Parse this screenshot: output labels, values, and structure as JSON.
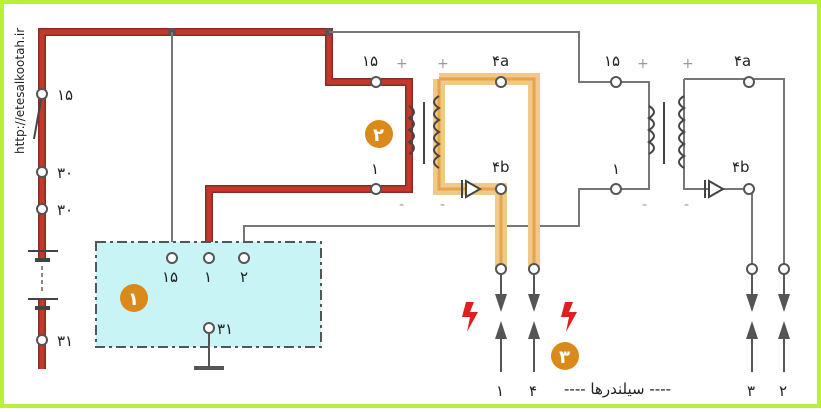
{
  "watermark": "http://etesalkootah.ir",
  "battery_labels": {
    "t15": "۱۵",
    "t30a": "۳۰",
    "t30b": "۳۰",
    "t31": "۳۱"
  },
  "coil1_labels": {
    "t15": "۱۵",
    "t1": "۱",
    "t4a": "۴a",
    "t4b": "۴b",
    "plus_primary": "+",
    "plus_secondary": "+",
    "minus_primary": "-",
    "minus_secondary": "-"
  },
  "coil2_labels": {
    "t15": "۱۵",
    "t1": "۱",
    "t4a": "۴a",
    "t4b": "۴b",
    "plus_primary": "+",
    "plus_secondary": "+",
    "minus_primary": "-",
    "minus_secondary": "-"
  },
  "ecu_labels": {
    "t15": "۱۵",
    "t1": "۱",
    "t2": "۲",
    "t31": "۳۱"
  },
  "badges": {
    "b1": "۱",
    "b2": "۲",
    "b3": "۳"
  },
  "cylinders": {
    "c1": "۱",
    "c4": "۴",
    "c3": "۳",
    "c2": "۲",
    "caption": "---- سیلندرها ----"
  },
  "colors": {
    "border": "#b9f03a",
    "active_wire": "#c0392b",
    "active_halo": "#e8a44a",
    "ecu_fill": "#c9f4f6",
    "badge": "#d98a1b",
    "wire": "#777777",
    "spark": "#e02020"
  }
}
